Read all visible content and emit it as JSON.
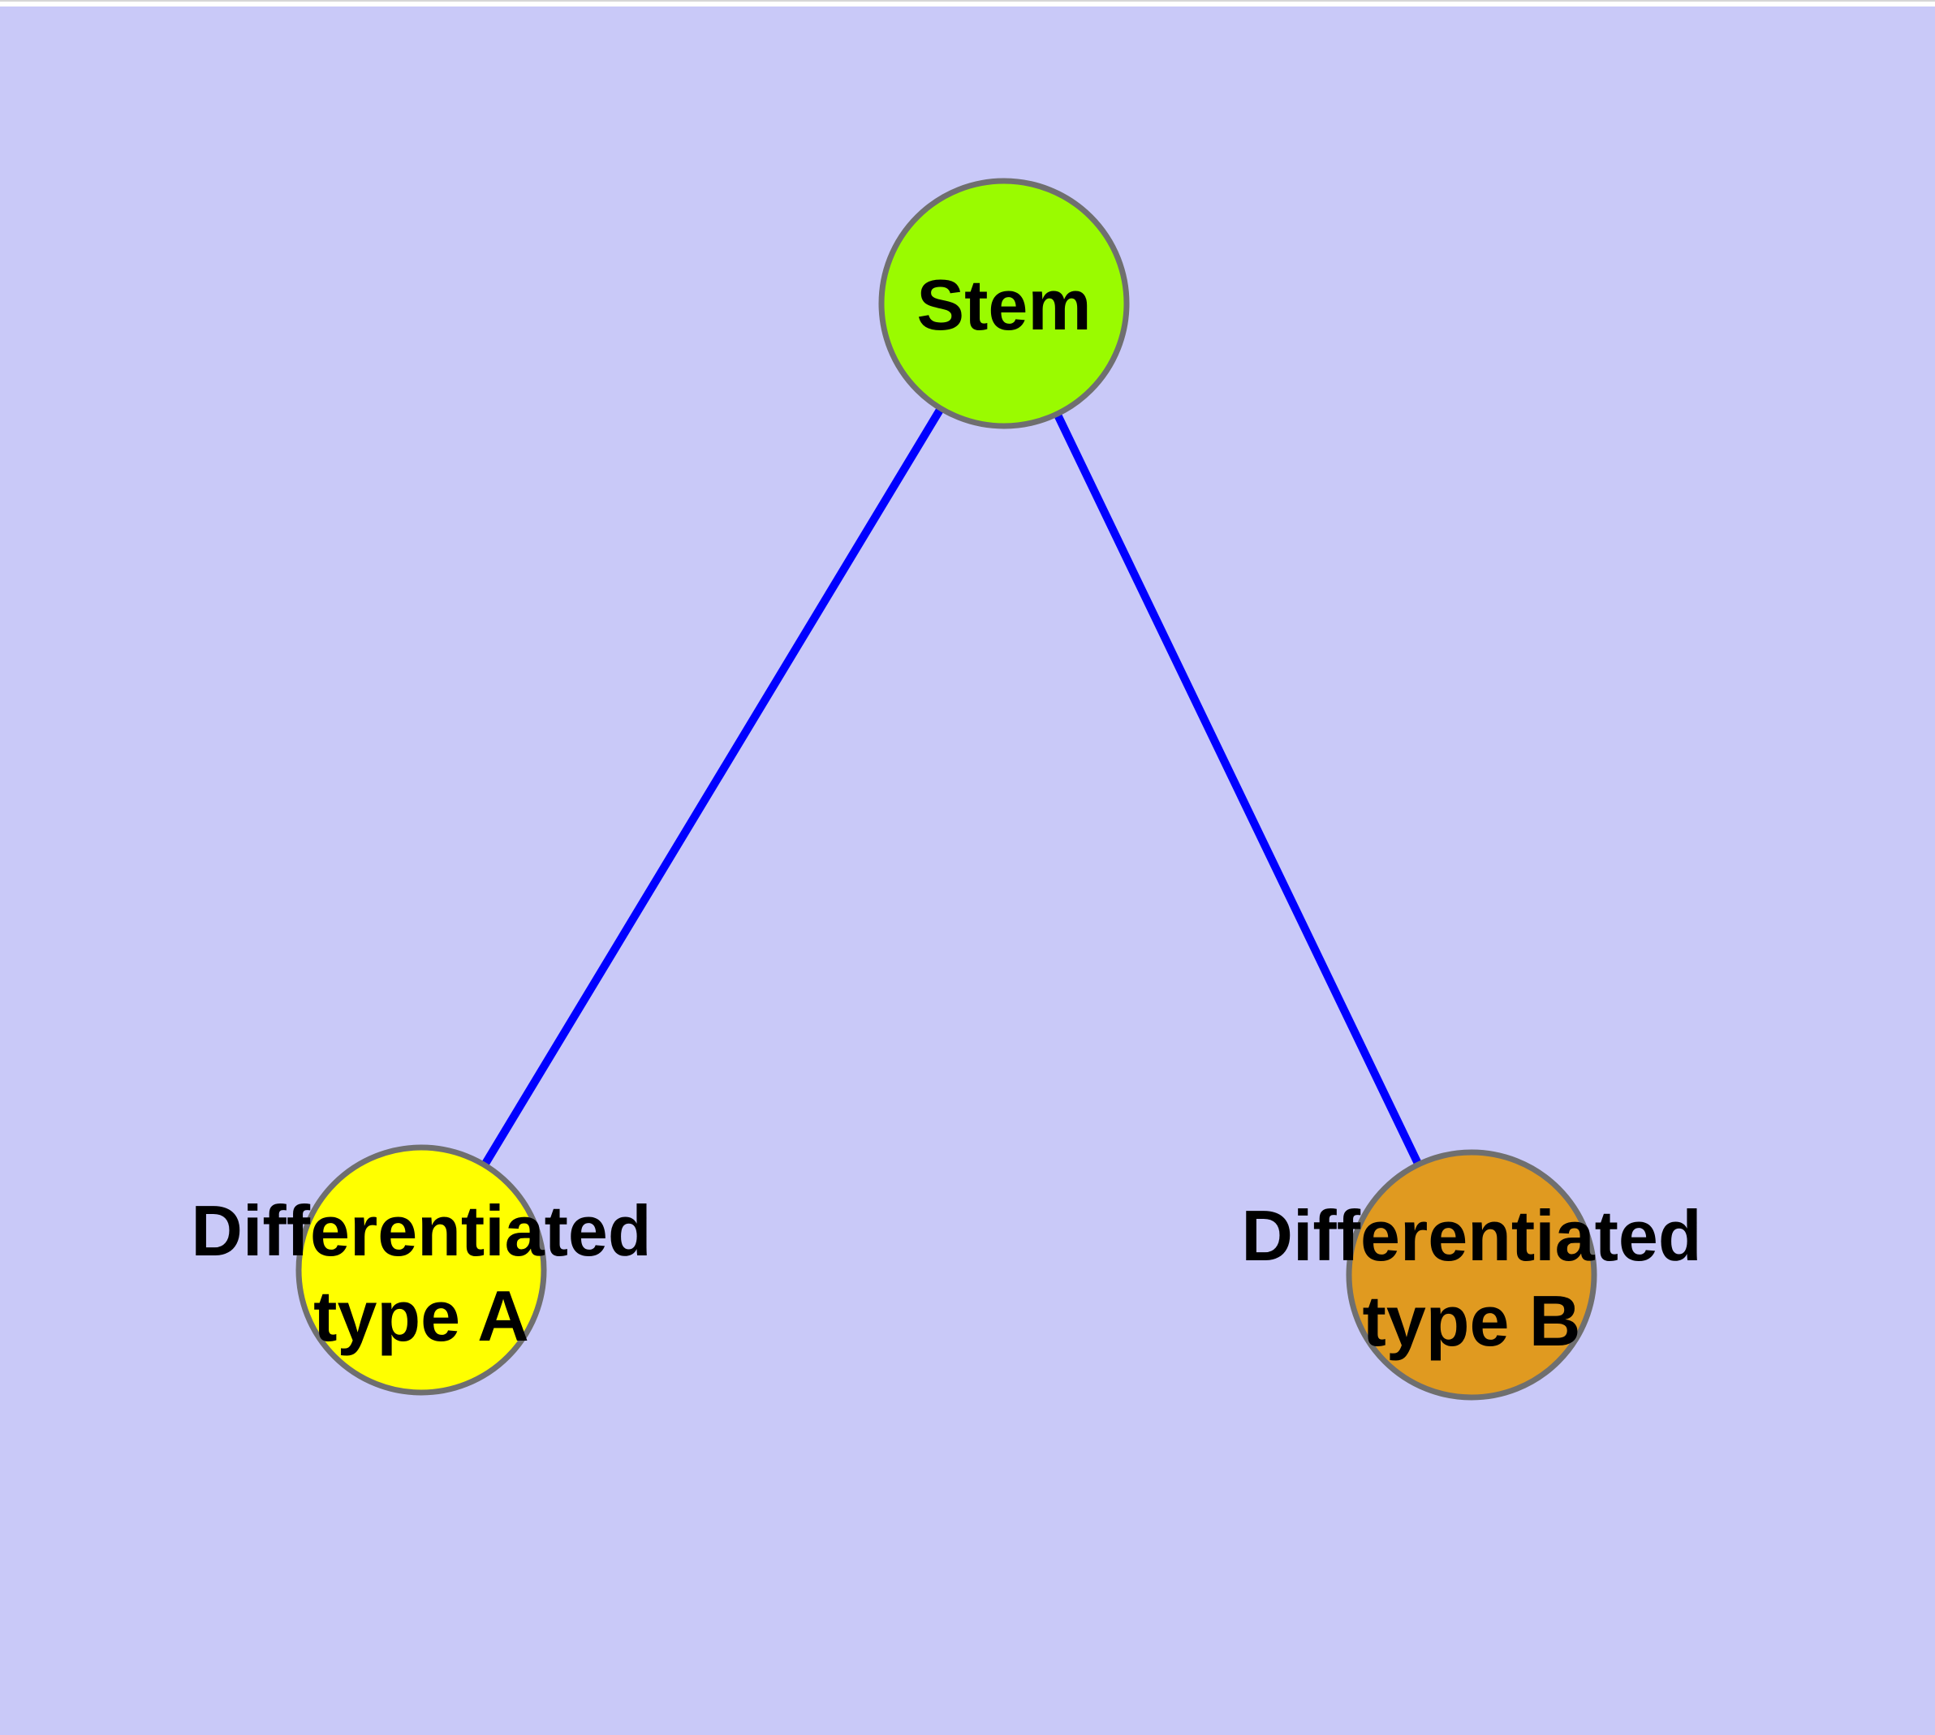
{
  "canvas": {
    "background_color": "#c9c9f8",
    "margin_color": "#ffffff",
    "top_hairline_color": "#d6d6d6"
  },
  "diagram": {
    "type": "graph",
    "edge_color": "#0000ff",
    "node_border_color": "#6f6f6f",
    "label_color": "#000000",
    "nodes": [
      {
        "id": "stem",
        "label": "Stem",
        "line1": "Stem",
        "line2": "",
        "color": "#9afb00"
      },
      {
        "id": "type-a",
        "label": "Differentiated type A",
        "line1": "Differentiated",
        "line2": "type A",
        "color": "#ffff00"
      },
      {
        "id": "type-b",
        "label": "Differentiated type B",
        "line1": "Differentiated",
        "line2": "type B",
        "color": "#e09a20"
      }
    ],
    "edges": [
      {
        "from": "Stem",
        "to": "Differentiated type A"
      },
      {
        "from": "Stem",
        "to": "Differentiated type B"
      }
    ]
  }
}
